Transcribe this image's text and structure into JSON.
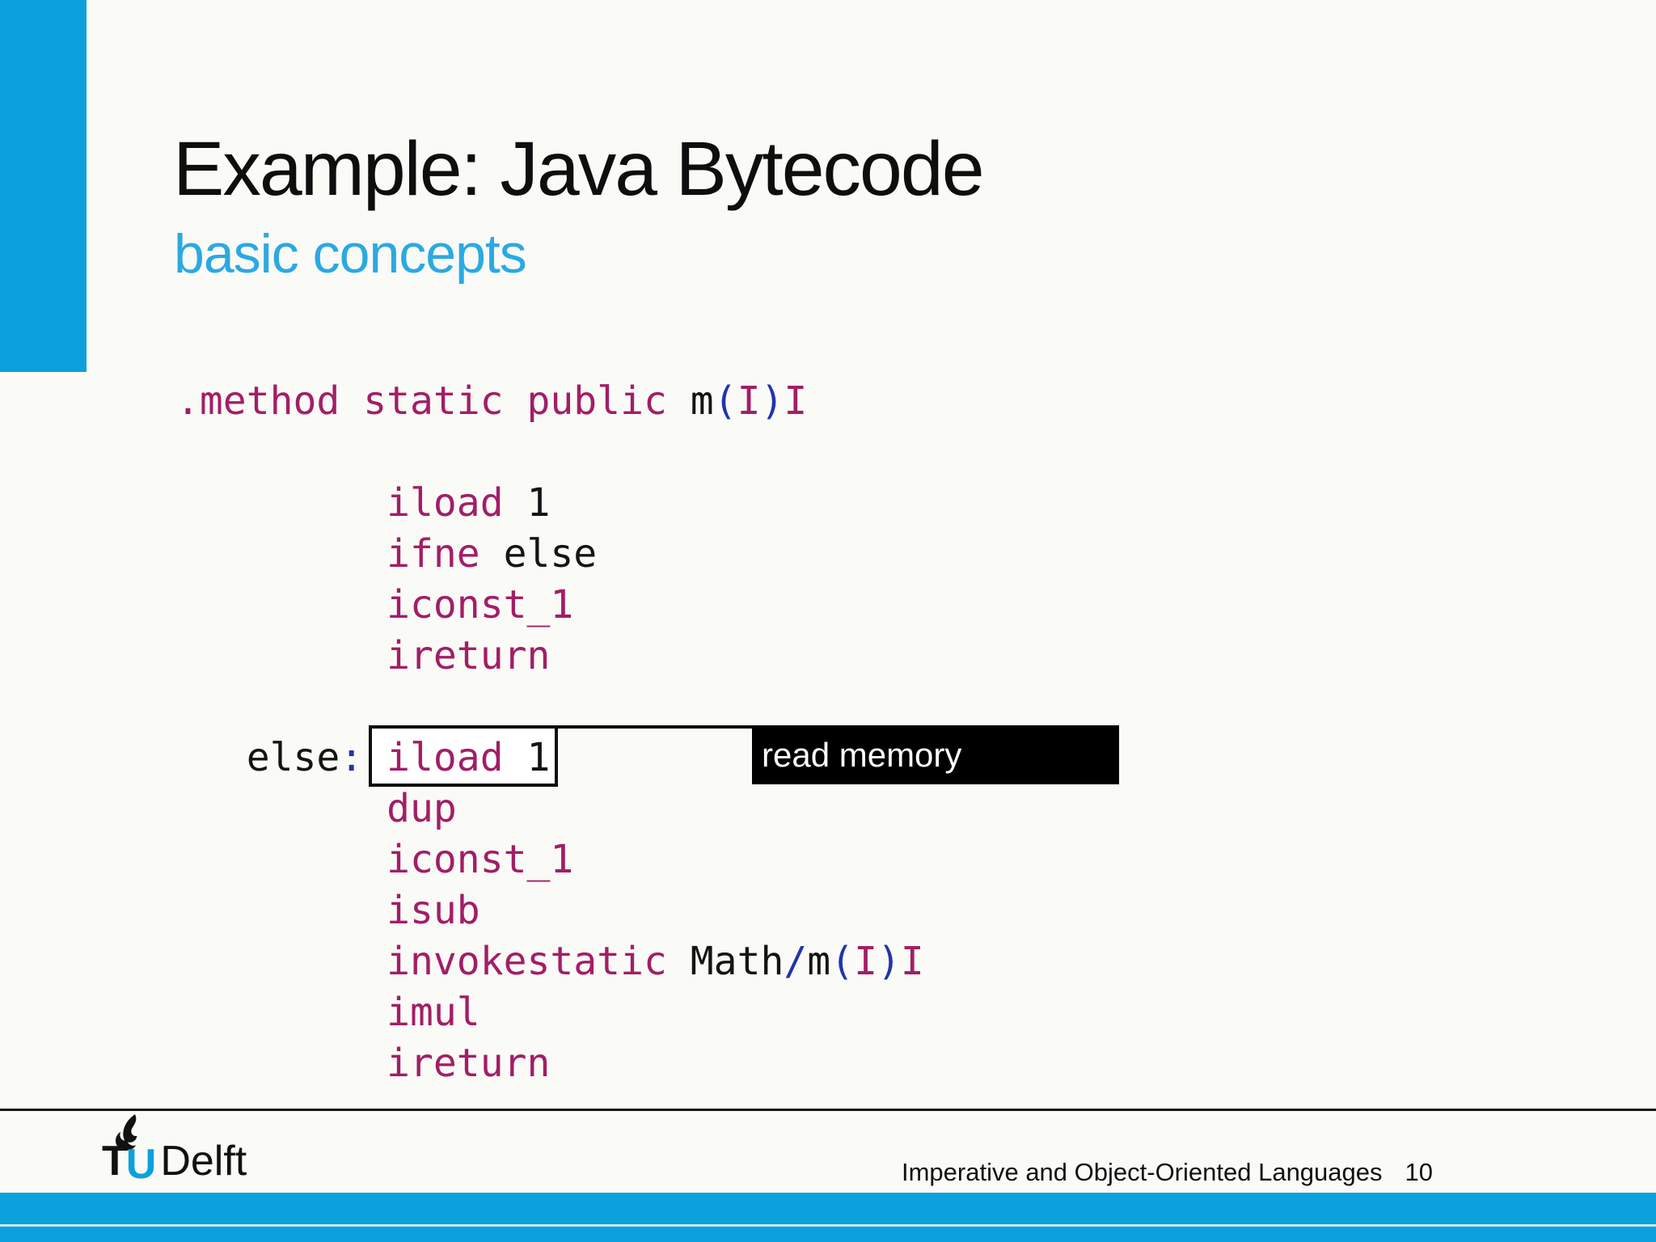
{
  "slide": {
    "title": "Example: Java Bytecode",
    "subtitle": "basic concepts"
  },
  "code": {
    "annotation": "read memory",
    "lines": [
      [
        {
          "t": ".method static public ",
          "c": "kw"
        },
        {
          "t": "m",
          "c": "plain"
        },
        {
          "t": "(",
          "c": "sym"
        },
        {
          "t": "I",
          "c": "kw"
        },
        {
          "t": ")",
          "c": "sym"
        },
        {
          "t": "I",
          "c": "kw"
        }
      ],
      [],
      [
        {
          "t": "         ",
          "c": "plain"
        },
        {
          "t": "iload",
          "c": "kw"
        },
        {
          "t": " 1",
          "c": "plain"
        }
      ],
      [
        {
          "t": "         ",
          "c": "plain"
        },
        {
          "t": "ifne",
          "c": "kw"
        },
        {
          "t": " else",
          "c": "plain"
        }
      ],
      [
        {
          "t": "         ",
          "c": "plain"
        },
        {
          "t": "iconst_1",
          "c": "kw"
        }
      ],
      [
        {
          "t": "         ",
          "c": "plain"
        },
        {
          "t": "ireturn",
          "c": "kw"
        }
      ],
      [],
      [
        {
          "t": "   else",
          "c": "plain"
        },
        {
          "t": ":",
          "c": "sym"
        },
        {
          "t": " ",
          "c": "plain"
        },
        {
          "t": "iload",
          "c": "kw"
        },
        {
          "t": " 1",
          "c": "plain"
        }
      ],
      [
        {
          "t": "         ",
          "c": "plain"
        },
        {
          "t": "dup",
          "c": "kw"
        }
      ],
      [
        {
          "t": "         ",
          "c": "plain"
        },
        {
          "t": "iconst_1",
          "c": "kw"
        }
      ],
      [
        {
          "t": "         ",
          "c": "plain"
        },
        {
          "t": "isub",
          "c": "kw"
        }
      ],
      [
        {
          "t": "         ",
          "c": "plain"
        },
        {
          "t": "invokestatic",
          "c": "kw"
        },
        {
          "t": " Math",
          "c": "plain"
        },
        {
          "t": "/",
          "c": "sym"
        },
        {
          "t": "m",
          "c": "plain"
        },
        {
          "t": "(",
          "c": "sym"
        },
        {
          "t": "I",
          "c": "kw"
        },
        {
          "t": ")",
          "c": "sym"
        },
        {
          "t": "I",
          "c": "kw"
        }
      ],
      [
        {
          "t": "         ",
          "c": "plain"
        },
        {
          "t": "imul",
          "c": "kw"
        }
      ],
      [
        {
          "t": "         ",
          "c": "plain"
        },
        {
          "t": "ireturn",
          "c": "kw"
        }
      ]
    ]
  },
  "footer": {
    "course": "Imperative and Object-Oriented Languages",
    "page": "10",
    "logo_t": "T",
    "logo_u": "U",
    "logo_delft": "Delft"
  },
  "colors": {
    "accent_cyan": "#0ba1dc",
    "subtitle_cyan": "#2ba9e2",
    "code_keyword": "#a21e66",
    "code_symbol": "#2333ac",
    "code_plain": "#141414",
    "callout_bg": "#000000",
    "callout_text": "#ffffff"
  }
}
